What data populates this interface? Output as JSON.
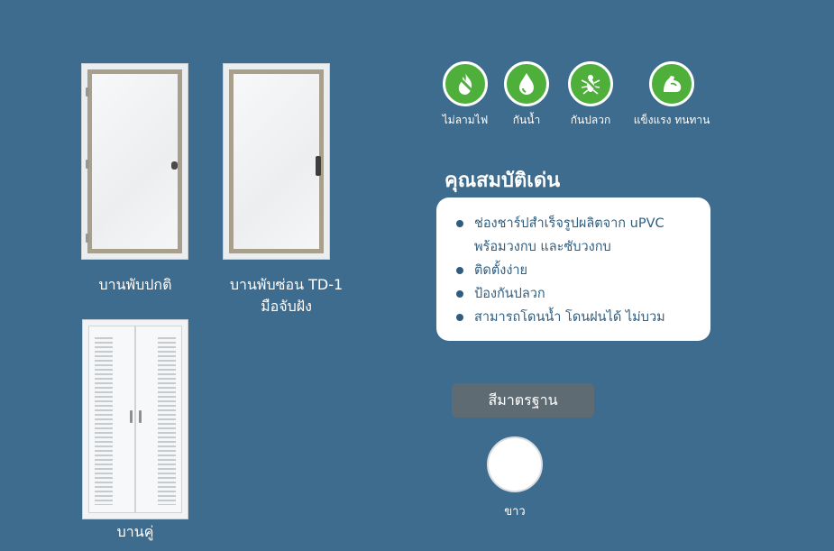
{
  "doors": [
    {
      "caption_line1": "บานพับปกติ",
      "caption_line2": ""
    },
    {
      "caption_line1": "บานพับซ่อน TD-1",
      "caption_line2": "มือจับฝัง"
    },
    {
      "caption_line1": "บานคู่",
      "caption_line2": ""
    }
  ],
  "features": [
    {
      "label": "ไม่ลามไฟ",
      "icon": "fire-resistant-icon"
    },
    {
      "label": "กันน้ำ",
      "icon": "water-drop-icon"
    },
    {
      "label": "กันปลวก",
      "icon": "termite-icon"
    },
    {
      "label": "แข็งแรง ทนทาน",
      "icon": "strength-icon"
    }
  ],
  "properties": {
    "title": "คุณสมบัติเด่น",
    "items": [
      {
        "line1": "ช่องชาร์ปสำเร็จรูปผลิตจาก uPVC",
        "line2": "พร้อมวงกบ และซับวงกบ"
      },
      {
        "line1": "ติดตั้งง่าย",
        "line2": ""
      },
      {
        "line1": "ป้องกันปลวก",
        "line2": ""
      },
      {
        "line1": "สามารถโดนน้ำ โดนฝนได้ ไม่บวม",
        "line2": ""
      }
    ]
  },
  "standard_colors": {
    "button_label": "สีมาตรฐาน",
    "swatches": [
      {
        "label": "ขาว",
        "color": "#ffffff"
      }
    ]
  },
  "colors": {
    "background": "#3d6c8f",
    "icon_green": "#4eaf3a",
    "text_blue": "#2e5d7f",
    "button_gray": "#5f6b73"
  }
}
